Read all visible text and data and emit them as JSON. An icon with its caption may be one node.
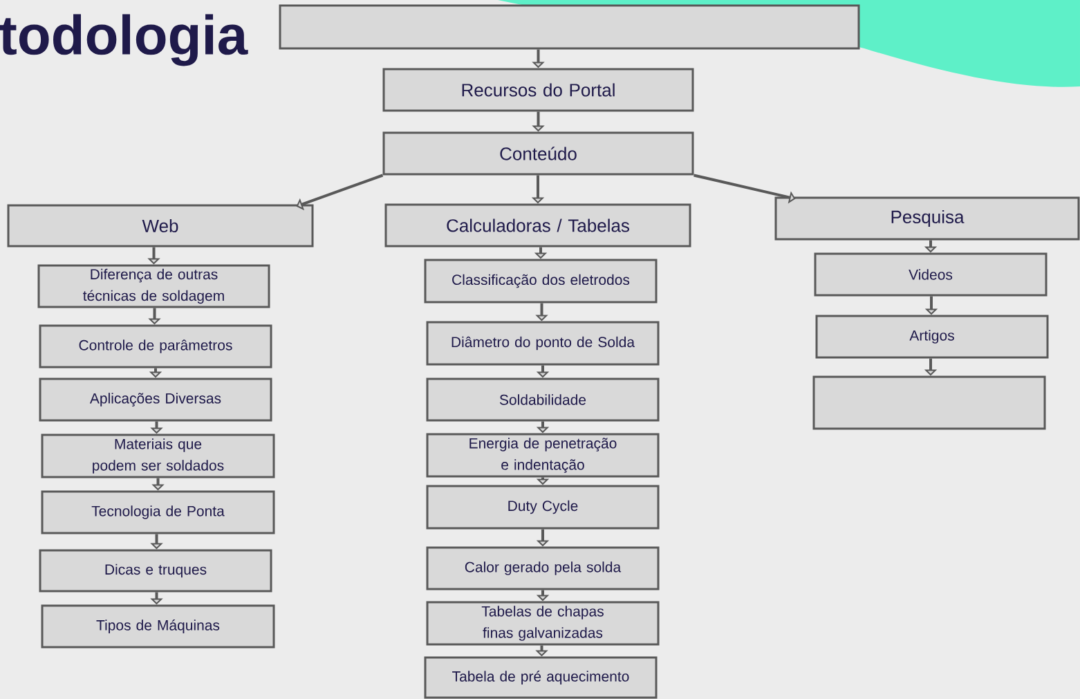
{
  "diagram": {
    "title": "todologia",
    "nodes": [
      {
        "text": [],
        "shape": "box"
      },
      {
        "text": [
          "Recursos do Portal"
        ]
      },
      {
        "text": [
          "Conteúdo"
        ]
      },
      {
        "text": [
          "Web"
        ]
      },
      {
        "text": [
          "Calculadoras / Tabelas"
        ]
      },
      {
        "text": [
          "Pesquisa"
        ]
      },
      {
        "text": [
          "Diferença de outras técnicas de soldagem"
        ]
      },
      {
        "text": [
          "Controle de parâmetros"
        ]
      },
      {
        "text": [
          "Aplicações Diversas"
        ]
      },
      {
        "text": [
          "Materiais que podem ser soldados"
        ]
      },
      {
        "text": [
          "Tecnologia de Ponta"
        ]
      },
      {
        "text": [
          "Dicas e truques"
        ]
      },
      {
        "text": [
          "Tipos de Máquinas"
        ]
      },
      {
        "text": [
          "Classificação dos eletrodos"
        ]
      },
      {
        "text": [
          "Diâmetro do ponto de Solda"
        ]
      },
      {
        "text": [
          "Soldabilidade"
        ]
      },
      {
        "text": [
          "Energia de penetração e indentação"
        ]
      },
      {
        "text": [
          "Duty Cycle"
        ]
      },
      {
        "text": [
          "Calor gerado pela solda"
        ]
      },
      {
        "text": [
          "Tabelas de chapas finas galvanizadas"
        ]
      },
      {
        "text": [
          "Tabela de pré aquecimento"
        ]
      },
      {
        "text": [
          "Videos"
        ]
      },
      {
        "text": [
          "Artigos"
        ]
      },
      {
        "text": [],
        "shape": "box"
      }
    ],
    "edges": [
      {
        "from": 0,
        "to": 1,
        "arrow": "to"
      },
      {
        "from": 1,
        "to": 2,
        "arrow": "to"
      },
      {
        "from": 2,
        "to": 3,
        "arrow": "to"
      },
      {
        "from": 2,
        "to": 4,
        "arrow": "to"
      },
      {
        "from": 2,
        "to": 5,
        "arrow": "to"
      },
      {
        "from": 3,
        "to": 6,
        "arrow": "to"
      },
      {
        "from": 6,
        "to": 7,
        "arrow": "to"
      },
      {
        "from": 7,
        "to": 8,
        "arrow": "to"
      },
      {
        "from": 8,
        "to": 9,
        "arrow": "to"
      },
      {
        "from": 9,
        "to": 10,
        "arrow": "to"
      },
      {
        "from": 10,
        "to": 11,
        "arrow": "to"
      },
      {
        "from": 11,
        "to": 12,
        "arrow": "to"
      },
      {
        "from": 4,
        "to": 13,
        "arrow": "to"
      },
      {
        "from": 13,
        "to": 14,
        "arrow": "to"
      },
      {
        "from": 14,
        "to": 15,
        "arrow": "to"
      },
      {
        "from": 15,
        "to": 16,
        "arrow": "to"
      },
      {
        "from": 16,
        "to": 17,
        "arrow": "to"
      },
      {
        "from": 17,
        "to": 18,
        "arrow": "to"
      },
      {
        "from": 18,
        "to": 19,
        "arrow": "to"
      },
      {
        "from": 19,
        "to": 20,
        "arrow": "to"
      },
      {
        "from": 5,
        "to": 21,
        "arrow": "to"
      },
      {
        "from": 21,
        "to": 22,
        "arrow": "to"
      },
      {
        "from": 22,
        "to": 23,
        "arrow": "to"
      }
    ]
  }
}
